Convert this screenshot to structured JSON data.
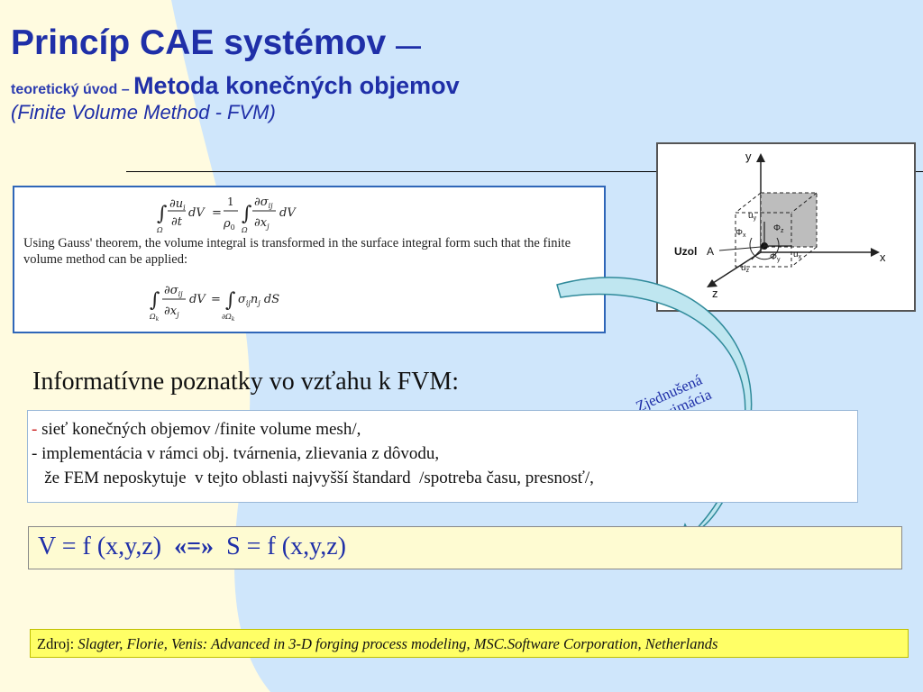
{
  "title": {
    "main": "Princíp CAE systémov",
    "dash": "—",
    "sub_small": "teoretický úvod –",
    "sub_big": "Metoda konečných objemov",
    "english": "(Finite Volume Method - FVM)"
  },
  "formula_box": {
    "note": "Using Gauss' theorem, the volume integral is transformed in the surface integral form such that the finite volume method can be applied:"
  },
  "diagram": {
    "axis_y": "y",
    "axis_x": "x",
    "axis_z": "z",
    "node_label": "Uzol",
    "node_letter": "A",
    "uy": "u",
    "uy_sub": "y",
    "ux": "u",
    "ux_sub": "x",
    "uz": "u",
    "uz_sub": "z",
    "phix": "Φ",
    "phix_sub": "x",
    "phiy": "Φ",
    "phiy_sub": "y",
    "phiz": "Φ",
    "phiz_sub": "z"
  },
  "callout": {
    "line1": "Zjednušená",
    "line2": "aproximácia"
  },
  "info": {
    "heading": "Informatívne poznatky vo vzťahu k FVM:",
    "bullet1_dash": "-",
    "bullet1": " sieť konečných objemov /finite volume mesh/,",
    "bullet2": "- implementácia v rámci obj. tvárnenia, zlievania z dôvodu,",
    "bullet3": "   že FEM neposkytuje  v tejto oblasti najvyšší štandard  /spotreba času, presnosť/,"
  },
  "equation": {
    "left": "V = f (x,y,z)",
    "op": "«=»",
    "right": "S = f (x,y,z)"
  },
  "source": {
    "label": "Zdroj:",
    "text": "Slagter, Florie, Venis: Advanced  in 3-D forging process modeling, MSC.Software Corporation, Netherlands"
  },
  "colors": {
    "background": "#cfe6fb",
    "title": "#1f2fa8",
    "equation_bg": "#fefbd2",
    "source_bg": "#ffff66"
  }
}
